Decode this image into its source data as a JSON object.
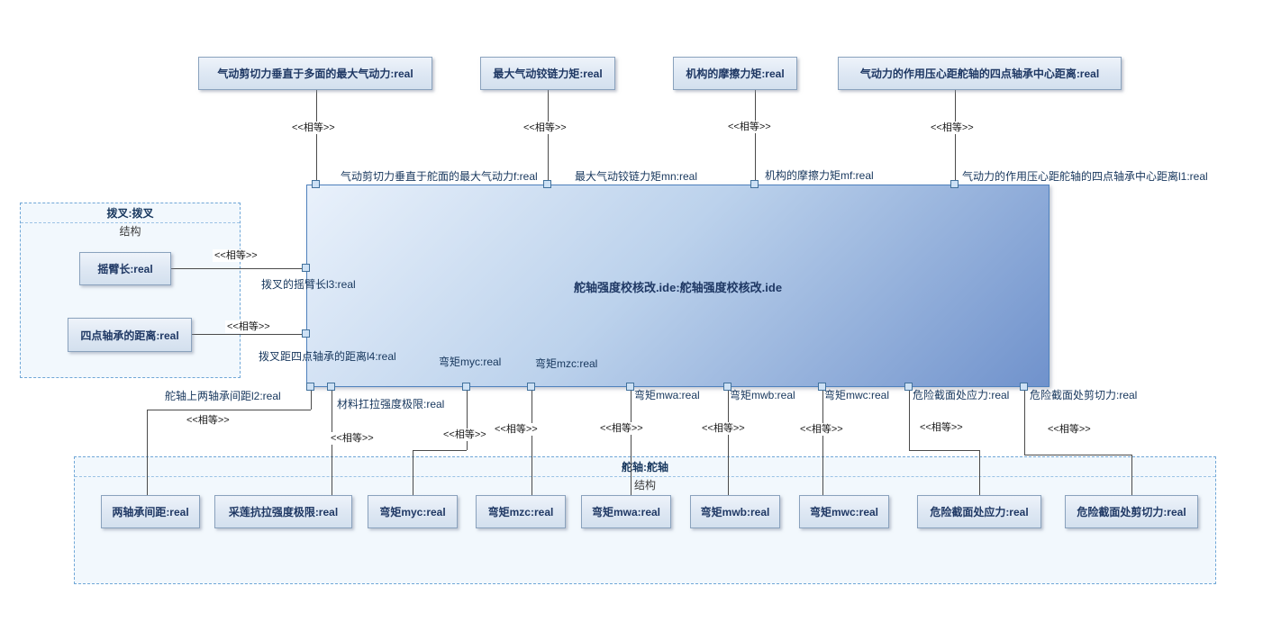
{
  "diagram": {
    "equal_stereotype": "<<相等>>"
  },
  "top_blocks": [
    {
      "label": "气动剪切力垂直于多面的最大气动力:real"
    },
    {
      "label": "最大气动铰链力矩:real"
    },
    {
      "label": "机构的摩擦力矩:real"
    },
    {
      "label": "气动力的作用压心距舵轴的四点轴承中心距离:real"
    }
  ],
  "central_block": {
    "title": "舵轴强度校核改.ide:舵轴强度校核改.ide",
    "top_port_labels": [
      "气动剪切力垂直于舵面的最大气动力f:real",
      "最大气动铰链力矩mn:real",
      "机构的摩擦力矩mf:real",
      "气动力的作用压心距舵轴的四点轴承中心距离l1:real"
    ],
    "left_port_labels": [
      "拨叉的摇臂长l3:real",
      "拨叉距四点轴承的距离l4:real"
    ],
    "bottom_port_labels": [
      "舵轴上两轴承间距l2:real",
      "材料扛拉强度极限:real",
      "弯矩myc:real",
      "弯矩mzc:real",
      "弯矩mwa:real",
      "弯矩mwb:real",
      "弯矩mwc:real",
      "危险截面处应力:real",
      "危险截面处剪切力:real"
    ]
  },
  "left_group": {
    "title": "拨叉:拨叉",
    "section_label": "结构",
    "blocks": [
      {
        "label": "摇臂长:real"
      },
      {
        "label": "四点轴承的距离:real"
      }
    ]
  },
  "bottom_group": {
    "title": "舵轴:舵轴",
    "section_label": "结构",
    "blocks": [
      {
        "label": "两轴承间距:real"
      },
      {
        "label": "采莲抗拉强度极限:real"
      },
      {
        "label": "弯矩myc:real"
      },
      {
        "label": "弯矩mzc:real"
      },
      {
        "label": "弯矩mwa:real"
      },
      {
        "label": "弯矩mwb:real"
      },
      {
        "label": "弯矩mwc:real"
      },
      {
        "label": "危险截面处应力:real"
      },
      {
        "label": "危险截面处剪切力:real"
      }
    ]
  },
  "colors": {
    "block_border": "#8aa2bd",
    "block_fill": "#dde7f3",
    "central_gradient_start": "#e9f1fb",
    "central_gradient_end": "#7092cc",
    "port_fill": "#cde1f5",
    "group_border": "#70a7d7",
    "connector_line": "#4a4a4a",
    "text": "#1f3864"
  }
}
